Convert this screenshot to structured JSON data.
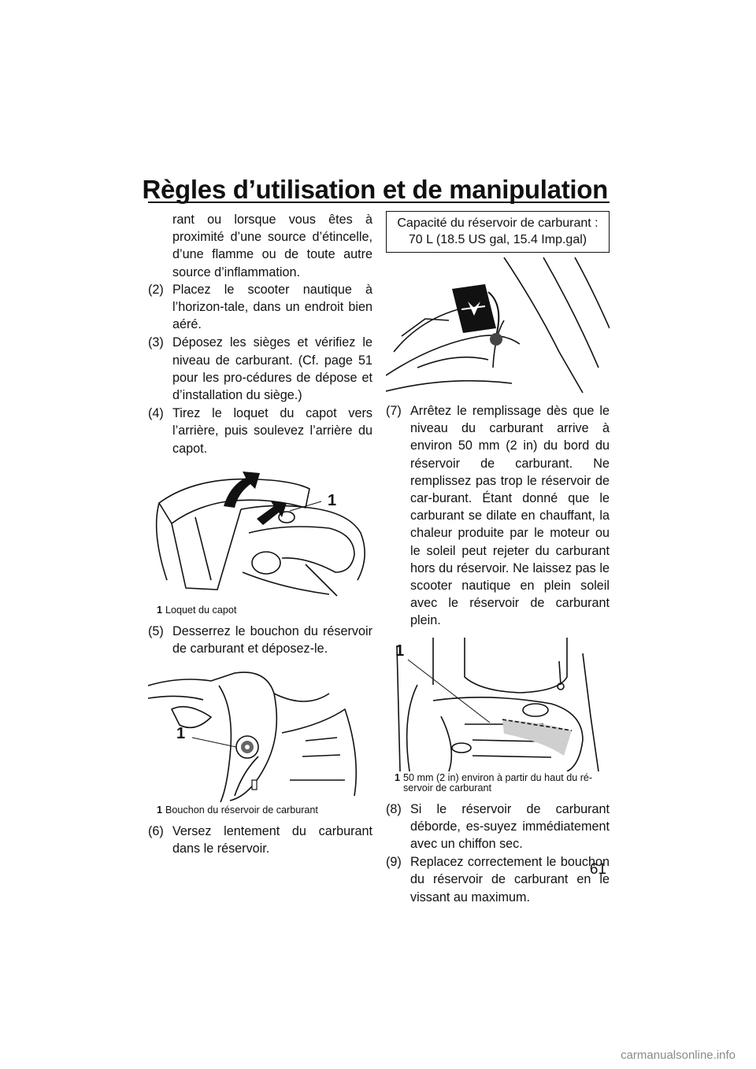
{
  "header": {
    "title": "Règles d’utilisation et de manipulation"
  },
  "left": {
    "intro": "rant ou lorsque vous êtes à proximité d’une source d’étincelle, d’une flamme ou de toute autre source d’inflammation.",
    "steps": [
      {
        "num": "(2)",
        "text": "Placez le scooter nautique à l’horizon-tale, dans un endroit bien aéré."
      },
      {
        "num": "(3)",
        "text": "Déposez les sièges et vérifiez le niveau de carburant. (Cf. page 51 pour les pro-cédures de dépose et d’installation du siège.)"
      },
      {
        "num": "(4)",
        "text": "Tirez le loquet du capot vers l’arrière, puis soulevez l’arrière du capot."
      }
    ],
    "fig1": {
      "callout": "1",
      "caption_num": "1",
      "caption": "Loquet du capot"
    },
    "step5": {
      "num": "(5)",
      "text": "Desserrez le bouchon du réservoir de carburant et déposez-le."
    },
    "fig2": {
      "callout": "1",
      "caption_num": "1",
      "caption": "Bouchon du réservoir de carburant"
    },
    "step6": {
      "num": "(6)",
      "text": "Versez lentement du carburant dans le réservoir."
    }
  },
  "right": {
    "spec_line1": "Capacité du réservoir de carburant :",
    "spec_line2": "70 L (18.5 US gal, 15.4 Imp.gal)",
    "step7": {
      "num": "(7)",
      "text": "Arrêtez le remplissage dès que le niveau du carburant arrive à environ 50 mm (2 in) du bord du réservoir de carburant. Ne remplissez pas trop le réservoir de car-burant. Étant donné que le carburant se dilate en chauffant, la chaleur produite par le moteur ou le soleil peut rejeter du carburant hors du réservoir. Ne laissez pas le scooter nautique en plein soleil avec le réservoir de carburant plein."
    },
    "fig4": {
      "callout": "1",
      "caption_num": "1",
      "caption": "50 mm (2 in) environ à partir du haut du ré-servoir de carburant"
    },
    "step8": {
      "num": "(8)",
      "text": "Si le réservoir de carburant déborde, es-suyez immédiatement avec un chiffon sec."
    },
    "step9": {
      "num": "(9)",
      "text": "Replacez correctement le bouchon du réservoir de carburant en le vissant au maximum."
    }
  },
  "page_number": "61",
  "footer": "carmanualsonline.info"
}
